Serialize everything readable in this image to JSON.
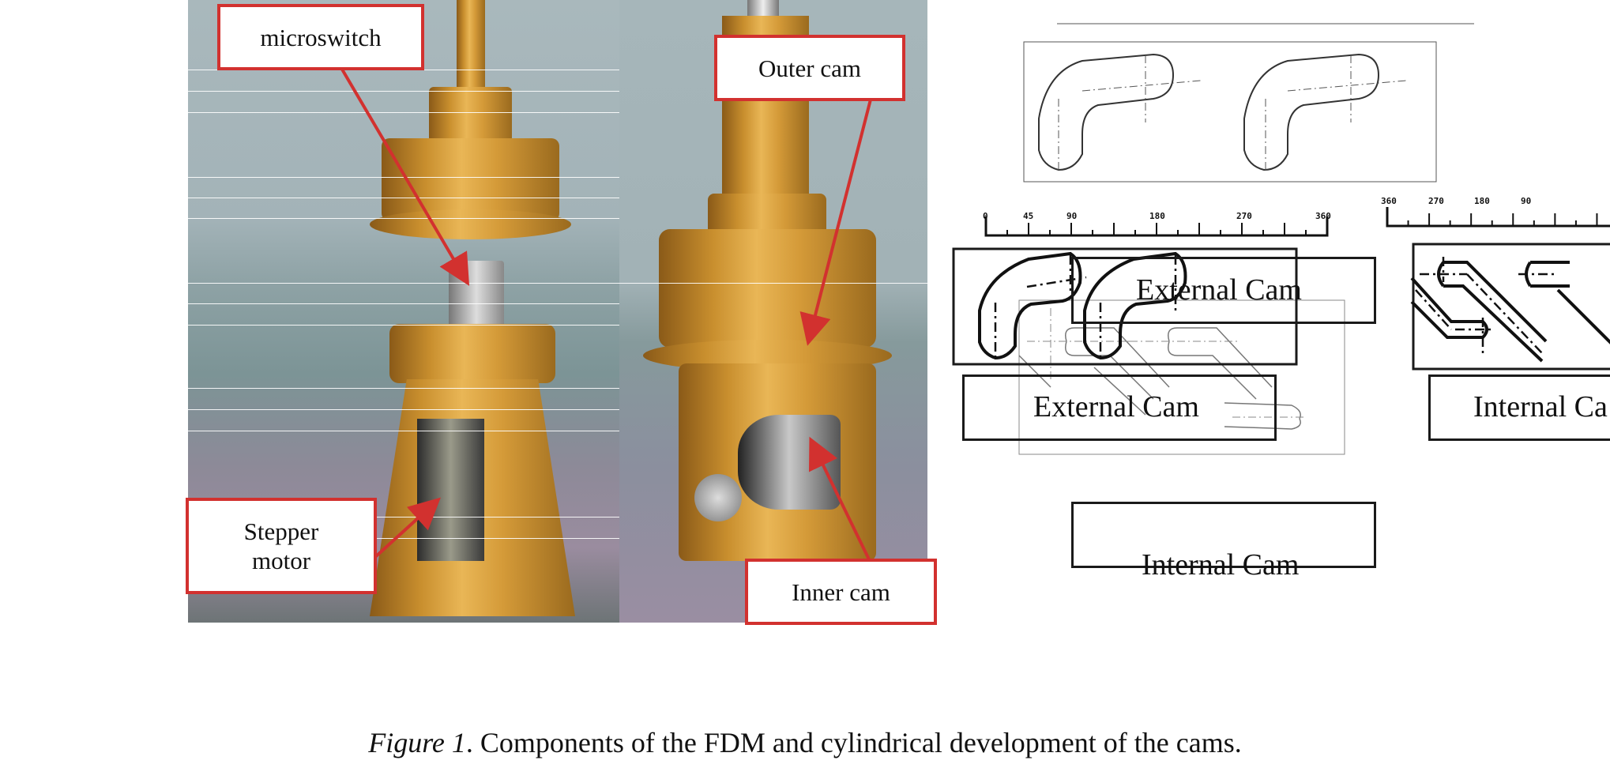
{
  "figure": {
    "caption_prefix": "Figure 1",
    "caption_text": ". Components of the FDM and cylindrical development of the cams."
  },
  "photo_labels": {
    "microswitch": "microswitch",
    "outer_cam": "Outer cam",
    "stepper_motor_line1": "Stepper",
    "stepper_motor_line2": "motor",
    "inner_cam": "Inner cam"
  },
  "colors": {
    "callout_border": "#d2312f",
    "arrow": "#d2312f",
    "drawing_line": "#1a1a1a"
  },
  "drawings": {
    "external_ruler_ticks": [
      "0",
      "45",
      "90",
      "180",
      "270",
      "360"
    ],
    "internal_ruler_ticks": [
      "360",
      "270",
      "180",
      "90"
    ],
    "labels": {
      "external_cam_overlay": "External Cam",
      "external_cam": "External Cam",
      "internal_cam_partial": "Internal Ca",
      "internal_cam_bottom": "Internal Cam"
    }
  }
}
